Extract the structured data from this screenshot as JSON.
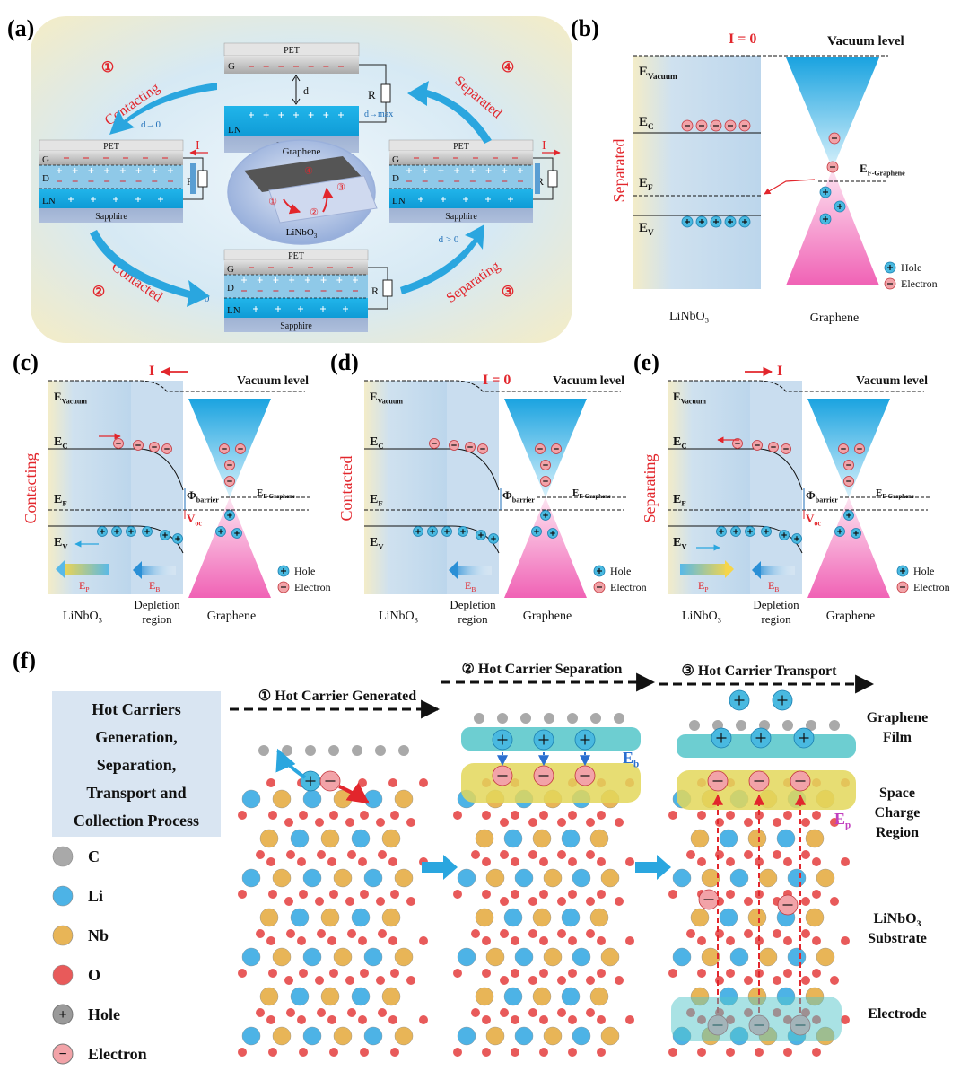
{
  "panel_labels": {
    "a": "(a)",
    "b": "(b)",
    "c": "(c)",
    "d": "(d)",
    "e": "(e)",
    "f": "(f)"
  },
  "colors": {
    "hole": "#49b9e0",
    "electron": "#f2a3a8",
    "red": "#e2262c",
    "blue": "#1f6fb8",
    "accent_blue": "#2aa6df"
  },
  "panel_a": {
    "layers": {
      "pet": "PET",
      "g": "G",
      "d": "D",
      "ln": "LN",
      "sapphire": "Sapphire",
      "resistor": "R",
      "gap": "d"
    },
    "steps": {
      "1": {
        "num": "①",
        "label": "Contacting",
        "cond": "d→0"
      },
      "2": {
        "num": "②",
        "label": "Contacted",
        "cond": "d = 0"
      },
      "3": {
        "num": "③",
        "label": "Separating",
        "cond": "d > 0"
      },
      "4": {
        "num": "④",
        "label": "Separated",
        "cond": "d→max"
      }
    },
    "current_label": "I",
    "center": {
      "top": "Graphene",
      "bottom": "LiNbO",
      "bottom_sub": "3",
      "n1": "①",
      "n2": "②",
      "n3": "③",
      "n4": "④"
    }
  },
  "band": {
    "vacuum": "Vacuum level",
    "e_vacuum": "E",
    "e_vacuum_sub": "Vacuum",
    "ec": "E",
    "ec_sub": "C",
    "ef": "E",
    "ef_sub": "F",
    "ev": "E",
    "ev_sub": "V",
    "ef_graphene": "E",
    "ef_graphene_sub": "F-Graphene",
    "phi": "Φ",
    "phi_sub": "barrier",
    "voc": "V",
    "voc_sub": "oc",
    "ep": "E",
    "ep_sub": "P",
    "eb": "E",
    "eb_sub": "B",
    "linbo3": "LiNbO",
    "linbo3_sub": "3",
    "depletion_1": "Depletion",
    "depletion_2": "region",
    "graphene": "Graphene",
    "hole": "Hole",
    "electron": "Electron"
  },
  "panel_b": {
    "title": "I = 0",
    "side": "Separated"
  },
  "panel_c": {
    "current": "I",
    "side": "Contacting"
  },
  "panel_d": {
    "title": "I = 0",
    "side": "Contacted"
  },
  "panel_e": {
    "current": "I",
    "side": "Separating"
  },
  "panel_f": {
    "box_lines": [
      "Hot Carriers",
      "Generation,",
      "Separation,",
      "Transport and",
      "Collection Process"
    ],
    "legend": [
      {
        "label": "C",
        "color": "#a9a9a9"
      },
      {
        "label": "Li",
        "color": "#4db3e6"
      },
      {
        "label": "Nb",
        "color": "#e8b557"
      },
      {
        "label": "O",
        "color": "#e85a5a"
      },
      {
        "label": "Hole",
        "color": "#9a9a9a",
        "symbol": "+"
      },
      {
        "label": "Electron",
        "color": "#f2a3a8",
        "symbol": "−"
      }
    ],
    "stages": [
      "① Hot Carrier Generated",
      "② Hot Carrier Separation",
      "③ Hot Carrier Transport"
    ],
    "eb": "E",
    "eb_sub": "b",
    "ep": "E",
    "ep_sub": "p",
    "right_labels": [
      {
        "lines": [
          "Graphene",
          "Film"
        ]
      },
      {
        "lines": [
          "Space",
          "Charge",
          "Region"
        ]
      },
      {
        "lines": [
          "LiNbO",
          "Substrate"
        ],
        "sub": "3"
      },
      {
        "lines": [
          "Electrode"
        ]
      }
    ]
  }
}
